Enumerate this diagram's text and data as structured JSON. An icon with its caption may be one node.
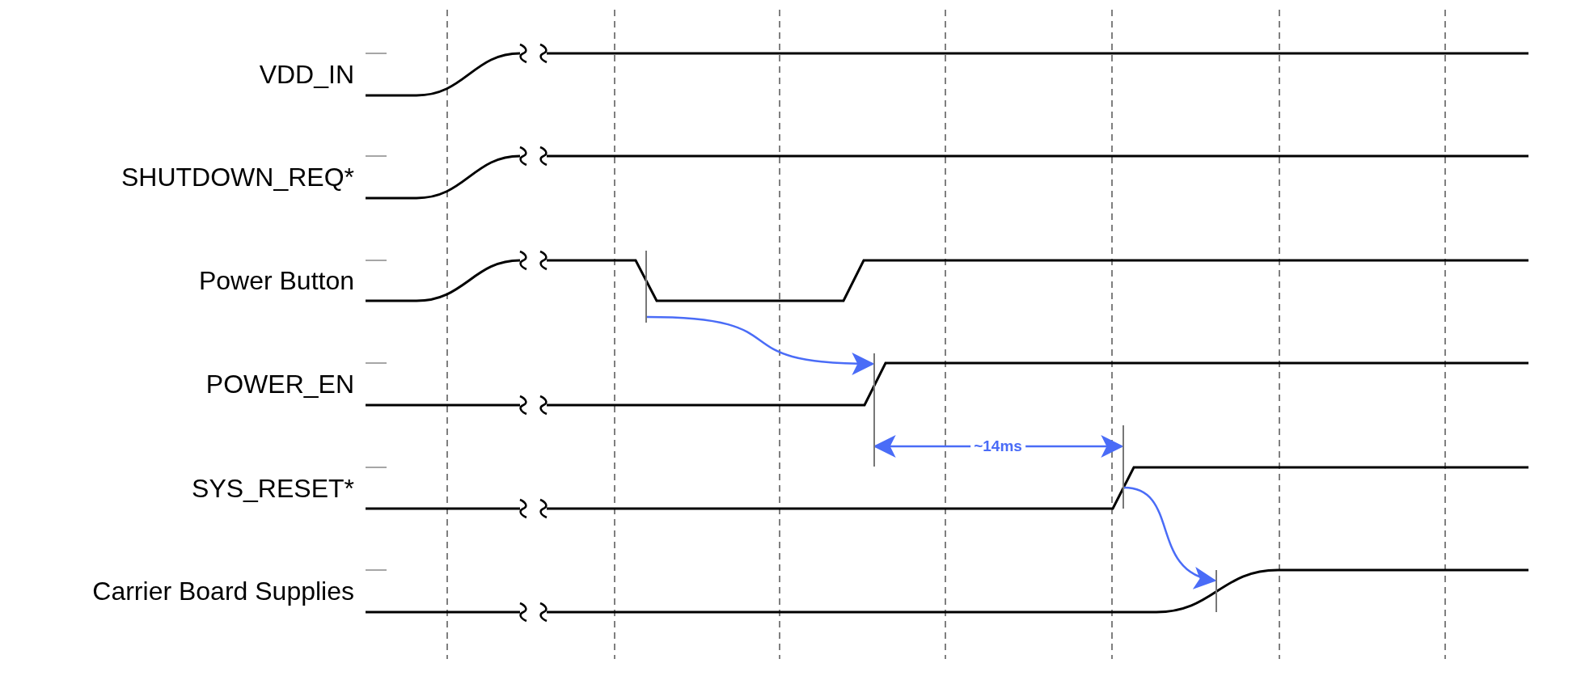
{
  "diagram": {
    "nodes": [
      {
        "text": [],
        "shape": "bar"
      },
      {
        "text": [],
        "shape": "bar"
      },
      {
        "text": [],
        "shape": "bar"
      },
      {
        "text": [],
        "shape": "bar"
      }
    ],
    "edges": [
      {
        "from": 0,
        "to": 1,
        "arrow": "to",
        "color": "#4a6cf7"
      },
      {
        "from": 2,
        "to": 3,
        "arrow": "to",
        "color": "#4a6cf7"
      },
      {
        "from": 1,
        "to": 2,
        "arrow": "both",
        "label": "~14ms",
        "color": "#4a6cf7"
      }
    ],
    "labels": [
      "VDD_IN",
      "SHUTDOWN_REQ*",
      "Power Button",
      "POWER_EN",
      "SYS_RESET*",
      "Carrier Board Supplies"
    ]
  }
}
